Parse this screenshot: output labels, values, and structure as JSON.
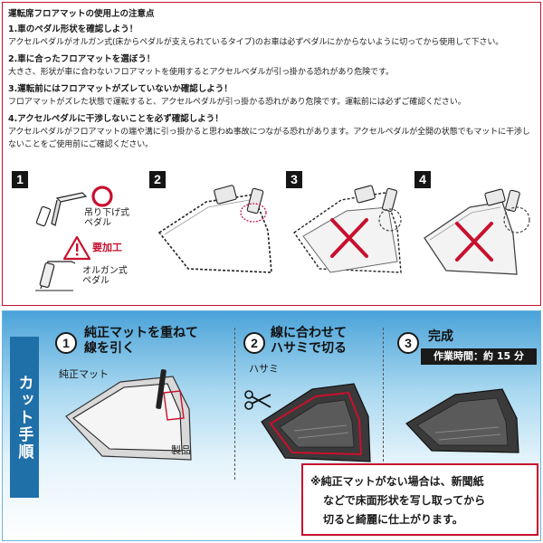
{
  "notes": {
    "title": "運転席フロアマットの使用上の注意点",
    "items": [
      {
        "heading": "1.車のペダル形状を確認しよう！",
        "body": "アクセルペダルがオルガン式(床からペダルが支えられているタイプ)のお車は必ずペダルにかからないように切ってから使用して下さい。"
      },
      {
        "heading": "2.車に合ったフロアマットを選ぼう！",
        "body": "大きさ、形状が車に合わないフロアマットを使用するとアクセルペダルが引っ掛かる恐れがあり危険です。"
      },
      {
        "heading": "3.運転前にはフロアマットがズレていないか確認しよう！",
        "body": "フロアマットがズレた状態で運転すると、アクセルペダルが引っ掛かる恐れがあり危険です。運転前には必ずご確認ください。"
      },
      {
        "heading": "4.アクセルペダルに干渉しないことを必ず確認しよう！",
        "body": "アクセルペダルがフロアマットの端や溝に引っ掛かると思わぬ事故につながる恐れがあります。アクセルペダルが全開の状態でもマットに干渉しないことをご使用前にご確認ください。"
      }
    ]
  },
  "diagrams": {
    "steps": [
      "1",
      "2",
      "3",
      "4"
    ],
    "pedal_hanging": "吊り下げ式\nペダル",
    "caution": "要加工",
    "pedal_organ": "オルガン式\nペダル"
  },
  "cut": {
    "banner": "カット手順",
    "steps": [
      {
        "num": "1",
        "line1": "純正マットを重ねて",
        "line2": "線を引く"
      },
      {
        "num": "2",
        "line1": "線に合わせて",
        "line2": "ハサミで切る"
      },
      {
        "num": "3",
        "line1": "完成",
        "line2": ""
      }
    ],
    "oem_mat_label": "純正マット",
    "product_label": "製品",
    "scissors_label": "ハサミ",
    "work_time": "作業時間：約 15 分",
    "note_lines": [
      "※純正マットがない場合は、新聞紙",
      "などで床面形状を写し取ってから",
      "切ると綺麗に仕上がります。"
    ]
  },
  "colors": {
    "accent_red": "#c8102e",
    "banner_blue": "#1f6fa8"
  }
}
